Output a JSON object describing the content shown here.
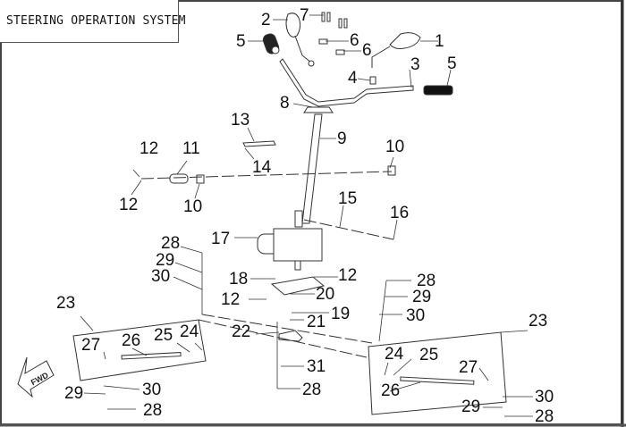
{
  "diagram": {
    "title": "STEERING OPERATION SYSTEM",
    "direction_marker": "FWD",
    "callouts": [
      {
        "id": "c1",
        "text": "1"
      },
      {
        "id": "c2",
        "text": "2"
      },
      {
        "id": "c3",
        "text": "3"
      },
      {
        "id": "c4",
        "text": "4"
      },
      {
        "id": "c5a",
        "text": "5"
      },
      {
        "id": "c5b",
        "text": "5"
      },
      {
        "id": "c6a",
        "text": "6"
      },
      {
        "id": "c6b",
        "text": "6"
      },
      {
        "id": "c7",
        "text": "7"
      },
      {
        "id": "c8",
        "text": "8"
      },
      {
        "id": "c9",
        "text": "9"
      },
      {
        "id": "c10a",
        "text": "10"
      },
      {
        "id": "c10b",
        "text": "10"
      },
      {
        "id": "c11",
        "text": "11"
      },
      {
        "id": "c12a",
        "text": "12"
      },
      {
        "id": "c12b",
        "text": "12"
      },
      {
        "id": "c12c",
        "text": "12"
      },
      {
        "id": "c12d",
        "text": "12"
      },
      {
        "id": "c13",
        "text": "13"
      },
      {
        "id": "c14",
        "text": "14"
      },
      {
        "id": "c15",
        "text": "15"
      },
      {
        "id": "c16",
        "text": "16"
      },
      {
        "id": "c17",
        "text": "17"
      },
      {
        "id": "c18",
        "text": "18"
      },
      {
        "id": "c19",
        "text": "19"
      },
      {
        "id": "c20",
        "text": "20"
      },
      {
        "id": "c21",
        "text": "21"
      },
      {
        "id": "c22",
        "text": "22"
      },
      {
        "id": "c23a",
        "text": "23"
      },
      {
        "id": "c23b",
        "text": "23"
      },
      {
        "id": "c24a",
        "text": "24"
      },
      {
        "id": "c24b",
        "text": "24"
      },
      {
        "id": "c25a",
        "text": "25"
      },
      {
        "id": "c25b",
        "text": "25"
      },
      {
        "id": "c26a",
        "text": "26"
      },
      {
        "id": "c26b",
        "text": "26"
      },
      {
        "id": "c27a",
        "text": "27"
      },
      {
        "id": "c27b",
        "text": "27"
      },
      {
        "id": "c28a",
        "text": "28"
      },
      {
        "id": "c28b",
        "text": "28"
      },
      {
        "id": "c28c",
        "text": "28"
      },
      {
        "id": "c28d",
        "text": "28"
      },
      {
        "id": "c28e",
        "text": "28"
      },
      {
        "id": "c29a",
        "text": "29"
      },
      {
        "id": "c29b",
        "text": "29"
      },
      {
        "id": "c29c",
        "text": "29"
      },
      {
        "id": "c29d",
        "text": "29"
      },
      {
        "id": "c30a",
        "text": "30"
      },
      {
        "id": "c30b",
        "text": "30"
      },
      {
        "id": "c30c",
        "text": "30"
      },
      {
        "id": "c30d",
        "text": "30"
      },
      {
        "id": "c31",
        "text": "31"
      }
    ]
  }
}
